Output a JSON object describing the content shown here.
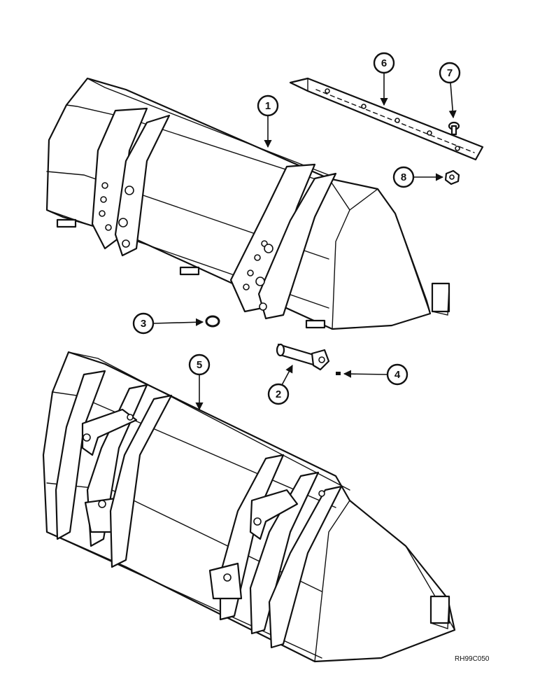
{
  "callouts": [
    {
      "id": "1",
      "label": "1",
      "part": "upper-bucket"
    },
    {
      "id": "2",
      "label": "2",
      "part": "pivot-pin"
    },
    {
      "id": "3",
      "label": "3",
      "part": "retaining-ring"
    },
    {
      "id": "4",
      "label": "4",
      "part": "set-screw"
    },
    {
      "id": "5",
      "label": "5",
      "part": "lower-bucket"
    },
    {
      "id": "6",
      "label": "6",
      "part": "cutting-edge"
    },
    {
      "id": "7",
      "label": "7",
      "part": "bolt"
    },
    {
      "id": "8",
      "label": "8",
      "part": "nut"
    }
  ],
  "reference_code": "RH99C050"
}
